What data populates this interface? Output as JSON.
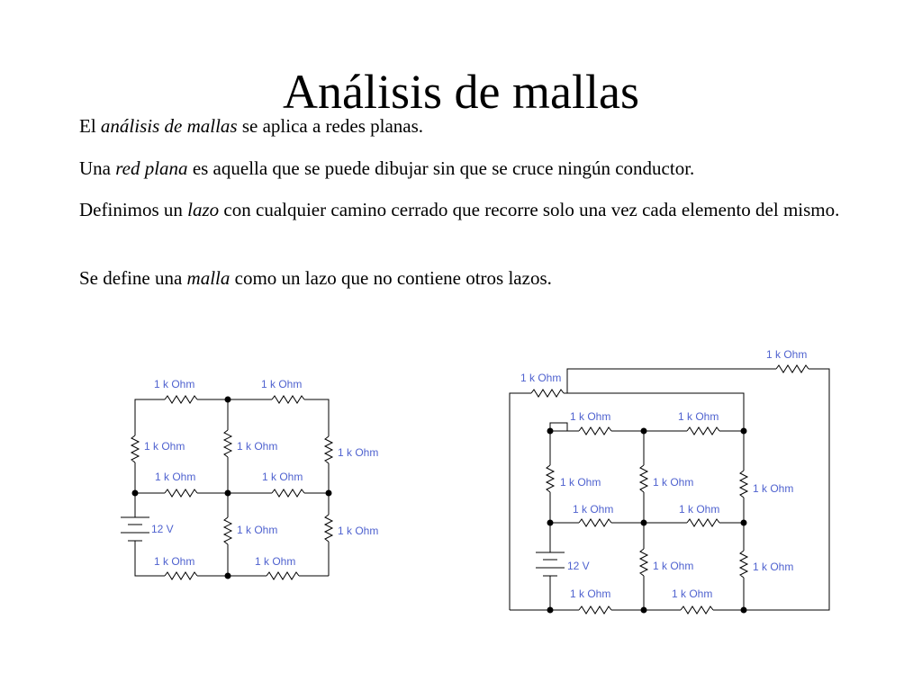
{
  "title": "Análisis de mallas",
  "paragraphs": [
    {
      "before": "El ",
      "term": "análisis de mallas",
      "after": " se aplica a redes planas."
    },
    {
      "before": "Una ",
      "term": "red plana",
      "after": " es aquella que se puede dibujar sin que se cruce ningún conductor."
    },
    {
      "before": "Definimos un ",
      "term": "lazo",
      "after": " con cualquier camino cerrado que recorre solo una vez cada elemento del mismo."
    },
    {
      "before": "Se define una ",
      "term": "malla",
      "after": " como un lazo que no contiene otros lazos."
    }
  ],
  "left_circuit": {
    "resistor_label": "1 k Ohm",
    "source_label": "12 V"
  },
  "right_circuit": {
    "resistor_label": "1 k Ohm",
    "source_label": "12 V"
  }
}
